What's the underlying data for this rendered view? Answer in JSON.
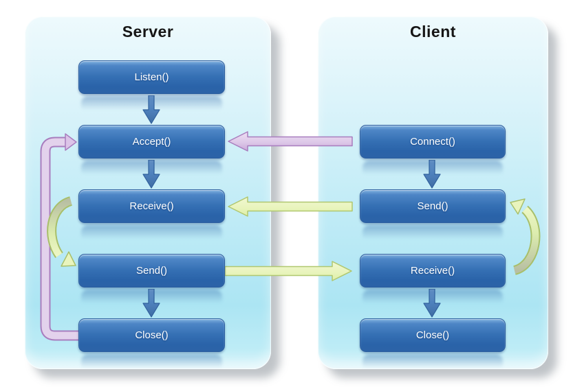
{
  "server_panel": {
    "title": "Server",
    "boxes": [
      "Listen()",
      "Accept()",
      "Receive()",
      "Send()",
      "Close()"
    ]
  },
  "client_panel": {
    "title": "Client",
    "boxes": [
      "Connect()",
      "Send()",
      "Receive()",
      "Close()"
    ]
  },
  "arrows": {
    "server_flow": [
      {
        "from": "Listen()",
        "to": "Accept()"
      },
      {
        "from": "Accept()",
        "to": "Receive()"
      },
      {
        "from": "Send()",
        "to": "Close()"
      }
    ],
    "client_flow": [
      {
        "from": "Connect()",
        "to": "Send()"
      },
      {
        "from": "Receive()",
        "to": "Close()"
      }
    ],
    "cross_panel": [
      {
        "from": "Client Connect()",
        "to": "Server Accept()",
        "color": "purple",
        "direction": "left"
      },
      {
        "from": "Client Send()",
        "to": "Server Receive()",
        "color": "green",
        "direction": "left"
      },
      {
        "from": "Server Send()",
        "to": "Client Receive()",
        "color": "green",
        "direction": "right"
      }
    ],
    "loops": [
      {
        "from": "Server Close()",
        "to": "Server Accept()",
        "color": "purple",
        "shape": "elbow"
      },
      {
        "from": "Server Receive()",
        "to": "Server Send()",
        "color": "green",
        "shape": "curve"
      },
      {
        "from": "Client Receive()",
        "to": "Client Send()",
        "color": "green",
        "shape": "curve"
      }
    ]
  },
  "colors": {
    "background": "#ffffff",
    "panel_gradient_top": "#eefafd",
    "panel_gradient_bottom": "#ace5f3",
    "node_blue_top": "#4e86c6",
    "node_blue_bottom": "#2a63a9",
    "node_text": "#ffffff",
    "flow_arrow_blue": "#4f81bd",
    "purple_arrow_fill": "#ddc8e8",
    "purple_arrow_border": "#a87dbe",
    "green_arrow_fill": "#e9f4bd",
    "green_arrow_border": "#a8bf6a",
    "title_color": "#151515"
  }
}
